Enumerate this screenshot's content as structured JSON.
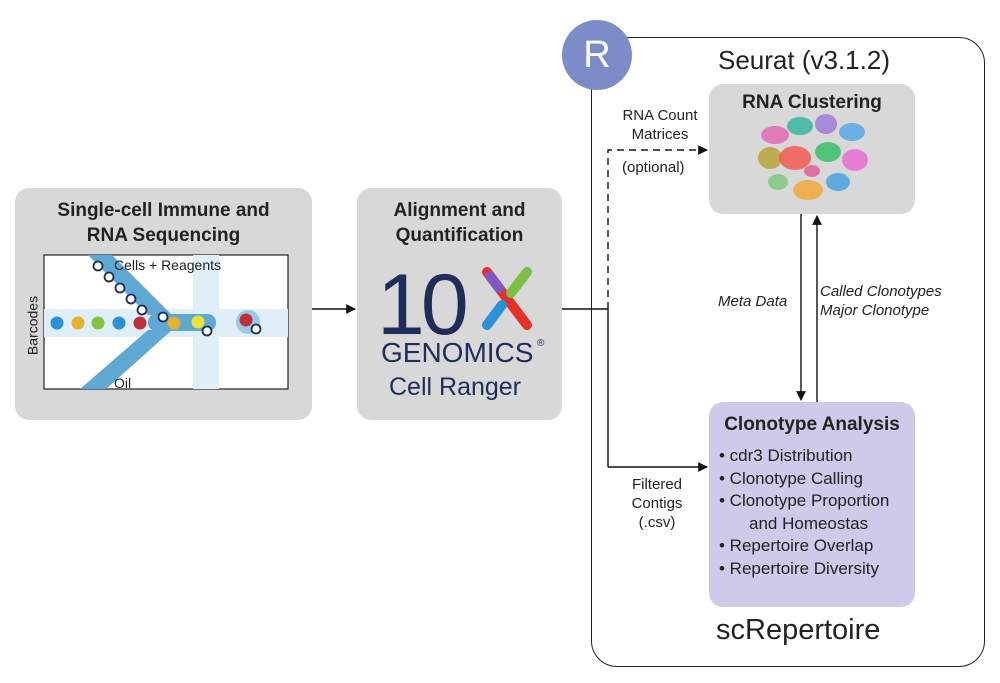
{
  "seq_box": {
    "title_line1": "Single-cell Immune and",
    "title_line2": "RNA Sequencing",
    "cells_label": "Cells + Reagents",
    "barcodes_label": "Barcodes",
    "oil_label": "Oil"
  },
  "align_box": {
    "title_line1": "Alignment and",
    "title_line2": "Quantification",
    "logo_10": "10",
    "logo_genomics": "GENOMICS",
    "reg_mark": "®",
    "cell_ranger": "Cell Ranger"
  },
  "r_badge": "R",
  "seurat_title": "Seurat (v3.1.2)",
  "rna_cluster": {
    "title": "RNA Clustering"
  },
  "flow_labels": {
    "rna_count_line1": "RNA Count",
    "rna_count_line2": "Matrices",
    "optional": "(optional)",
    "meta_data": "Meta Data",
    "called_clonotypes": "Called Clonotypes",
    "major_clonotype": "Major Clonotype",
    "filtered_line1": "Filtered",
    "filtered_line2": "Contigs",
    "filtered_line3": "(.csv)"
  },
  "clonotype": {
    "title": "Clonotype Analysis",
    "items": [
      "• cdr3 Distribution",
      "• Clonotype Calling",
      "• Clonotype Proportion",
      "and Homeostas",
      "• Repertoire Overlap",
      "• Repertoire Diversity"
    ]
  },
  "screp_title": "scRepertoire",
  "colors": {
    "panel_gray": "#d8d8d8",
    "panel_purple": "#cfc9ea",
    "r_blue": "#7b8cc9",
    "channel_blue": "#5fa8d3",
    "navy": "#1f2d5a"
  }
}
